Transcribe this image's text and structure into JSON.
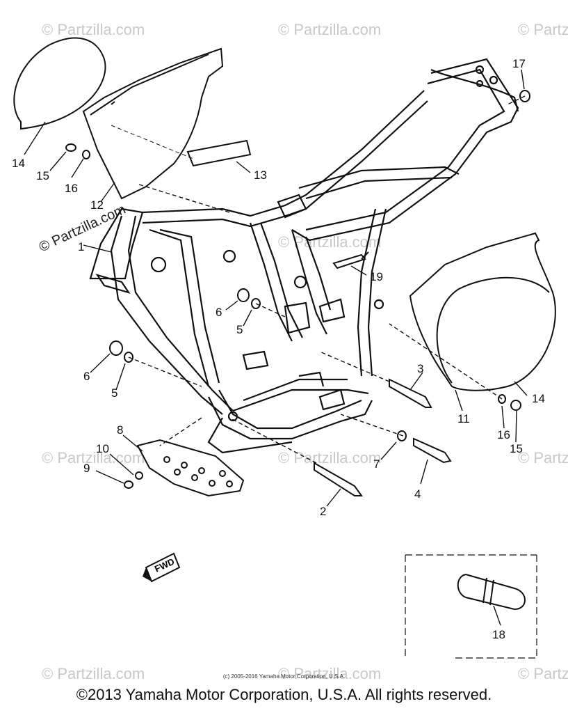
{
  "watermark": "© Partzilla.com",
  "callouts": [
    "1",
    "2",
    "3",
    "4",
    "5",
    "6",
    "7",
    "8",
    "9",
    "10",
    "11",
    "12",
    "13",
    "14",
    "15",
    "16",
    "17",
    "18",
    "19"
  ],
  "fwd_label": "FWD",
  "footer": {
    "small_copyright": "(c) 2005-2016 Yamaha Motor Corporation, U.S.A.",
    "copyright": "©2013 Yamaha Motor Corporation, U.S.A. All rights reserved."
  }
}
